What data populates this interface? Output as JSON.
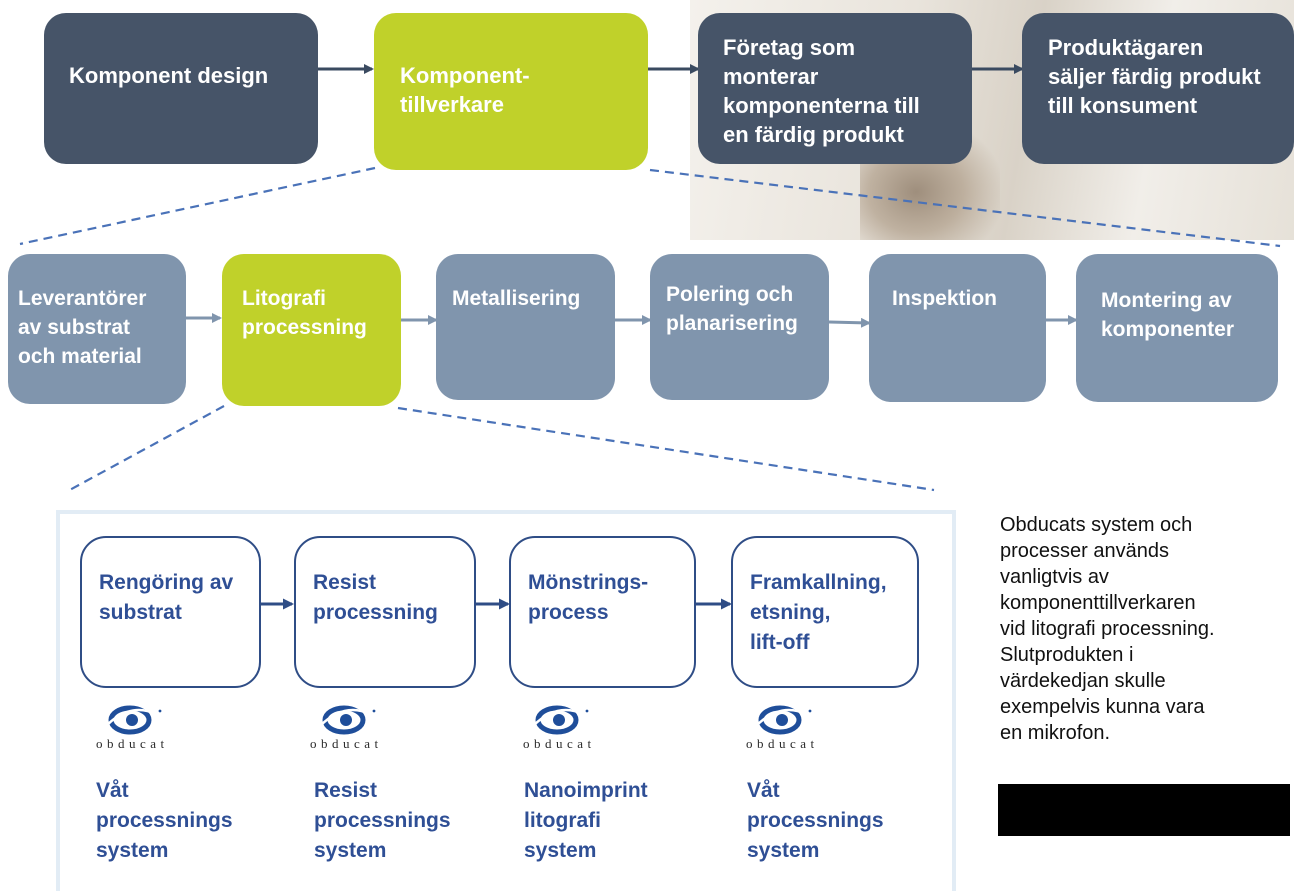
{
  "top_row": [
    {
      "label": "Komponent design"
    },
    {
      "label": "Komponent-\ntillverkare"
    },
    {
      "label": "Företag som\nmonterar\nkomponenterna till\nen färdig produkt"
    },
    {
      "label": "Produktägaren\nsäljer färdig produkt\ntill konsument"
    }
  ],
  "middle_row": [
    {
      "label": "Leverantörer\nav substrat\noch material"
    },
    {
      "label": "Litografi\nprocessning"
    },
    {
      "label": "Metallisering"
    },
    {
      "label": "Polering och\nplanarisering"
    },
    {
      "label": "Inspektion"
    },
    {
      "label": "Montering av\nkomponenter"
    }
  ],
  "process_steps": [
    {
      "label": "Rengöring av\nsubstrat",
      "logo_text": "obducat",
      "system": "Våt\nprocessnings\nsystem"
    },
    {
      "label": "Resist\nprocessning",
      "logo_text": "obducat",
      "system": "Resist\nprocessnings\nsystem"
    },
    {
      "label": "Mönstrings-\nprocess",
      "logo_text": "obducat",
      "system": "Nanoimprint\nlitografi\nsystem"
    },
    {
      "label": "Framkallning,\netsning,\nlift-off",
      "logo_text": "obducat",
      "system": "Våt\nprocessnings\nsystem"
    }
  ],
  "side_note": "Obducats system och\nprocesser används\nvanligtvis av\nkomponenttillverkaren\nvid litografi processning.\nSlutprodukten i\nvärdekedjan skulle\nexempelvis kunna vara\nen mikrofon.",
  "colors": {
    "dark_box": "#465468",
    "highlight_box": "#c0d12a",
    "mid_box": "#8095ad",
    "process_border": "#2f4d86",
    "process_text": "#2f4f95",
    "connector_dash": "#4a72b8"
  },
  "icons": [
    "obducat-eye-logo"
  ]
}
